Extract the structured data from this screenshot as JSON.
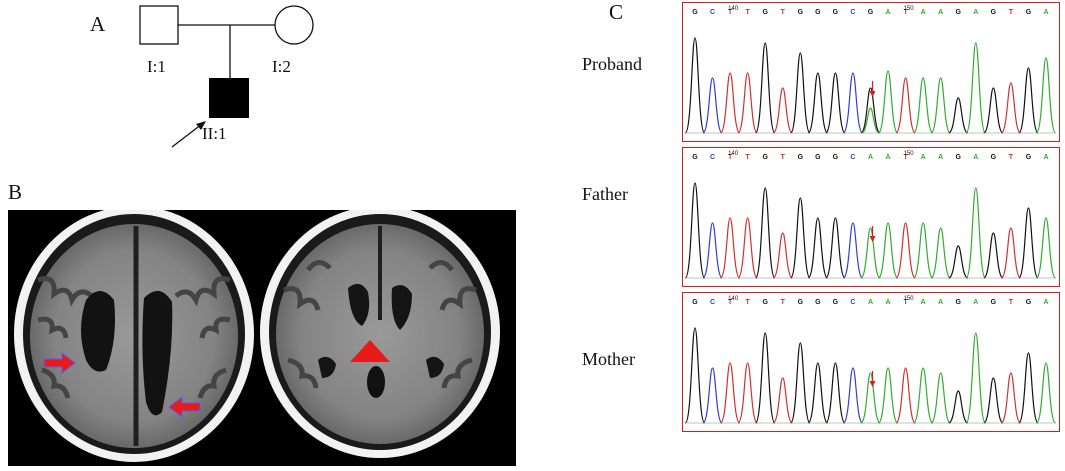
{
  "panels": {
    "a": {
      "letter": "A"
    },
    "b": {
      "letter": "B"
    },
    "c": {
      "letter": "C"
    }
  },
  "pedigree": {
    "father_label": "I:1",
    "mother_label": "I:2",
    "proband_label": "II:1"
  },
  "sequencing": {
    "tracks": [
      {
        "label": "Proband",
        "bases": [
          "G",
          "C",
          "T",
          "T",
          "G",
          "T",
          "G",
          "G",
          "G",
          "C",
          "G",
          "A",
          "T",
          "A",
          "A",
          "G",
          "A",
          "G",
          "T",
          "G",
          "A"
        ],
        "position_labels": [
          "140",
          "150"
        ]
      },
      {
        "label": "Father",
        "bases": [
          "G",
          "C",
          "T",
          "T",
          "G",
          "T",
          "G",
          "G",
          "G",
          "C",
          "A",
          "A",
          "T",
          "A",
          "A",
          "G",
          "A",
          "G",
          "T",
          "G",
          "A"
        ],
        "position_labels": [
          "140",
          "150"
        ]
      },
      {
        "label": "Mother",
        "bases": [
          "G",
          "C",
          "T",
          "T",
          "G",
          "T",
          "G",
          "G",
          "G",
          "C",
          "A",
          "A",
          "T",
          "A",
          "A",
          "G",
          "A",
          "G",
          "T",
          "G",
          "A"
        ],
        "position_labels": [
          "140",
          "150"
        ]
      }
    ],
    "colors": {
      "G": "#111111",
      "A": "#2fae2f",
      "T": "#d23030",
      "C": "#2f3fd6",
      "frame": "#d21e1e",
      "arrow": "#d21e1e"
    }
  },
  "ct": {
    "marker_color": "#e81b1b"
  }
}
